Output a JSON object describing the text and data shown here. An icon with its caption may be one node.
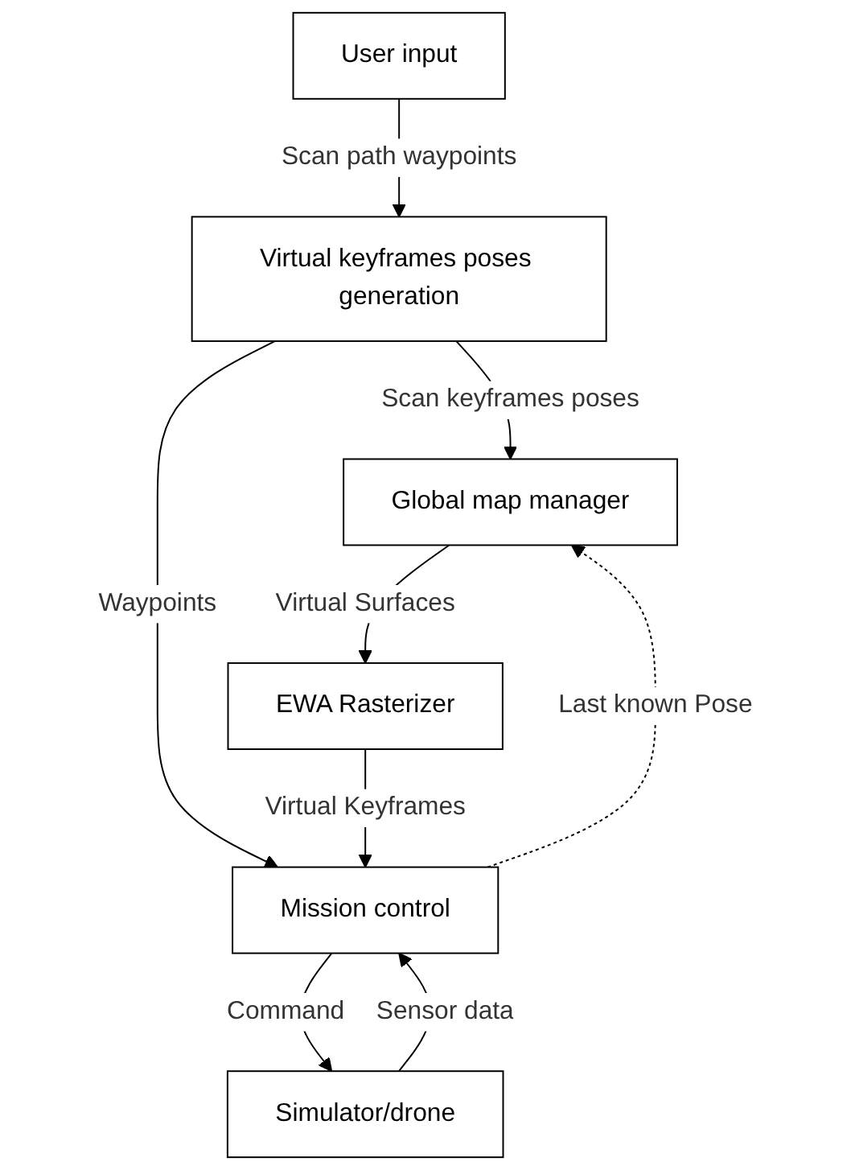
{
  "diagram": {
    "nodes": [
      {
        "text": [
          "User input"
        ]
      },
      {
        "text": [
          "Virtual keyframes poses generation"
        ]
      },
      {
        "text": [
          "Global map manager"
        ]
      },
      {
        "text": [
          "Mission control"
        ]
      },
      {
        "text": [
          "EWA Rasterizer"
        ]
      },
      {
        "text": [
          "Simulator/drone"
        ]
      }
    ],
    "edges": [
      {
        "from": 0,
        "to": 1,
        "arrow": "to",
        "label": "Scan path waypoints"
      },
      {
        "from": 1,
        "to": 2,
        "arrow": "to",
        "label": "Scan keyframes poses"
      },
      {
        "from": 1,
        "to": 3,
        "arrow": "to",
        "label": "Waypoints"
      },
      {
        "from": 3,
        "to": 2,
        "arrow": "to",
        "label": "Last known Pose",
        "style": "dashed"
      },
      {
        "from": 2,
        "to": 4,
        "arrow": "to",
        "label": "Virtual Surfaces"
      },
      {
        "from": 4,
        "to": 3,
        "arrow": "to",
        "label": "Virtual Keyframes"
      },
      {
        "from": 3,
        "to": 5,
        "arrow": "to",
        "label": "Command"
      },
      {
        "from": 5,
        "to": 3,
        "arrow": "to",
        "label": "Sensor data"
      }
    ]
  }
}
